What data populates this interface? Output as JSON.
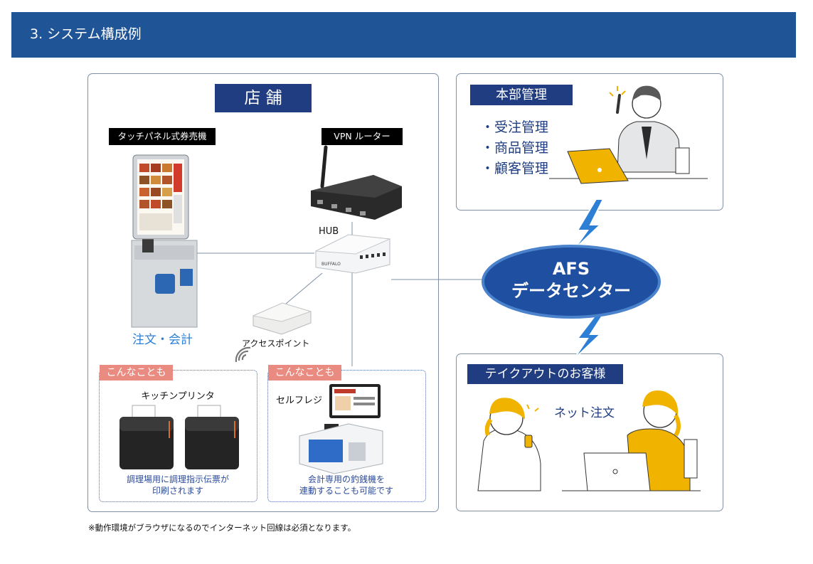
{
  "header": {
    "title": "3.  システム構成例"
  },
  "store": {
    "title": "店 舗",
    "kiosk_label": "タッチパネル式券売機",
    "kiosk_caption": "注文・会計",
    "router_label": "VPN ルーター",
    "hub_label": "HUB",
    "access_point_label": "アクセスポイント",
    "extra_tag_1": "こんなことも",
    "extra_tag_2": "こんなことも",
    "printer_title": "キッチンプリンタ",
    "printer_note_1": "調理場用に調理指示伝票が",
    "printer_note_2": "印刷されます",
    "selfreg_title": "セルフレジ",
    "selfreg_note_1": "会計専用の釣銭機を",
    "selfreg_note_2": "連動することも可能です"
  },
  "hq": {
    "title": "本部管理",
    "items": [
      "・受注管理",
      "・商品管理",
      "・顧客管理"
    ]
  },
  "datacenter": {
    "line1": "AFS",
    "line2": "データセンター"
  },
  "takeout": {
    "title": "テイクアウトのお客様",
    "order_label": "ネット注文"
  },
  "footnote": "※動作環境がブラウザになるのでインターネット回線は必須となります。",
  "colors": {
    "header": "#1f5596",
    "navy": "#1f3d80",
    "accent_blue": "#2d7fd6",
    "pink": "#e98b80",
    "laptop_yellow": "#f0b400"
  }
}
